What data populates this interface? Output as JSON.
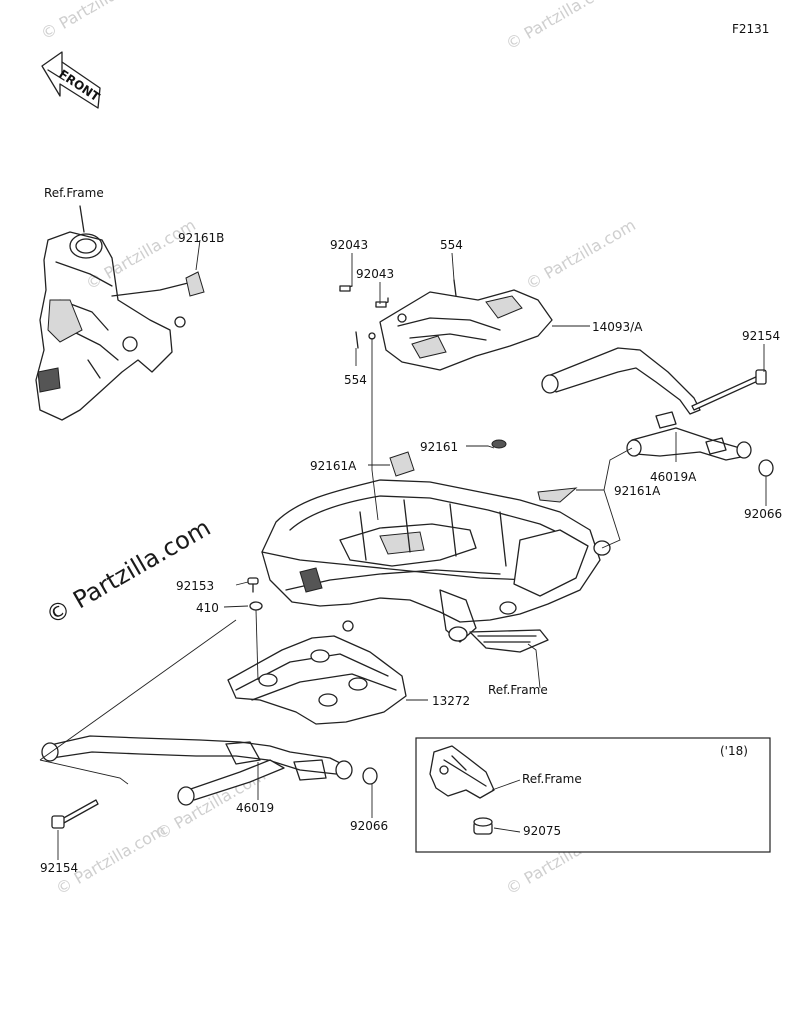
{
  "figure_code": "F2131",
  "direction_label": "FRONT",
  "watermark": {
    "main": "© Partzilla.com",
    "repeat": "© Partzilla.com"
  },
  "inset": {
    "year_label": "('18)",
    "ref_frame": "Ref.Frame",
    "part": "92075"
  },
  "labels": {
    "ref_frame_top": "Ref.Frame",
    "p92161B": "92161B",
    "p92043_a": "92043",
    "p92043_b": "92043",
    "p554_a": "554",
    "p554_b": "554",
    "p14093A": "14093/A",
    "p92154_r": "92154",
    "p92161": "92161",
    "p92161A_l": "92161A",
    "p92161A_r": "92161A",
    "p46019A": "46019A",
    "p92066_r": "92066",
    "p92153": "92153",
    "p410": "410",
    "p13272": "13272",
    "ref_frame_mid": "Ref.Frame",
    "p46019": "46019",
    "p92066_l": "92066",
    "p92154_l": "92154"
  }
}
